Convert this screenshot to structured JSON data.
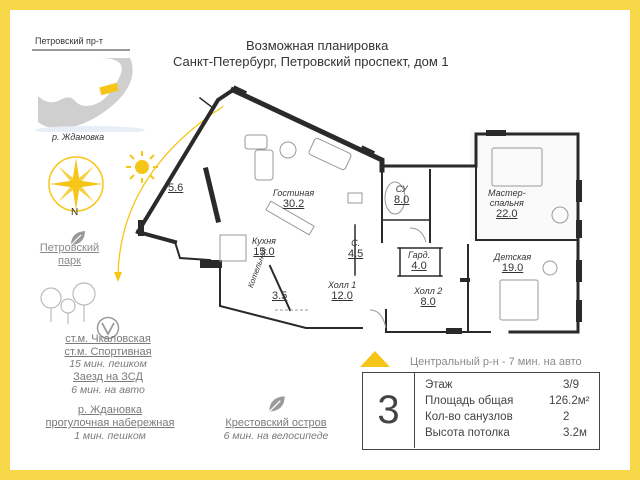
{
  "title": {
    "line1": "Возможная планировка",
    "line2": "Санкт-Петербург, Петровский проспект, дом 1"
  },
  "map": {
    "street": "Петровский пр-т",
    "river": "р. Ждановка",
    "north": "N",
    "park_line1": "Петровский",
    "park_line2": "парк"
  },
  "metro": {
    "station1": "ст.м. Чкаловская",
    "station2": "ст.м. Спортивная",
    "walk": "15 мин. пешком",
    "zsd": "Заезд на ЗСД",
    "zsd_time": "6 мин. на авто"
  },
  "embankment": {
    "name": "р. Ждановка",
    "desc": "прогулочная набережная",
    "time": "1 мин. пешком"
  },
  "island": {
    "name": "Крестовский остров",
    "time": "6 мин. на велосипеде"
  },
  "center": "Центральный р-н - 7 мин. на авто",
  "rooms": {
    "gostinaya": {
      "label": "Гостиная",
      "area": "30.2"
    },
    "kuhnya": {
      "label": "Кухня",
      "area": "15.0"
    },
    "balcony": {
      "area": "5.6"
    },
    "su": {
      "label": "СУ",
      "area": "8.0"
    },
    "master_l1": "Мастер-",
    "master_l2": "спальня",
    "master_area": "22.0",
    "s": {
      "label": "С.",
      "area": "4.5"
    },
    "gard": {
      "label": "Гард.",
      "area": "4.0"
    },
    "detskaya": {
      "label": "Детская",
      "area": "19.0"
    },
    "holl1": {
      "label": "Холл 1",
      "area": "12.0"
    },
    "holl2": {
      "label": "Холл 2",
      "area": "8.0"
    },
    "kotel": {
      "label": "Котельная",
      "area": "3.5"
    }
  },
  "info": {
    "rooms_count": "3",
    "floor_label": "Этаж",
    "floor_value": "3/9",
    "area_label": "Площадь общая",
    "area_value": "126.2м²",
    "bath_label": "Кол-во санузлов",
    "bath_value": "2",
    "ceiling_label": "Высота потолка",
    "ceiling_value": "3.2м"
  },
  "colors": {
    "frame": "#f8d84a",
    "accent": "#f5c518",
    "wall": "#2a2a2a"
  }
}
